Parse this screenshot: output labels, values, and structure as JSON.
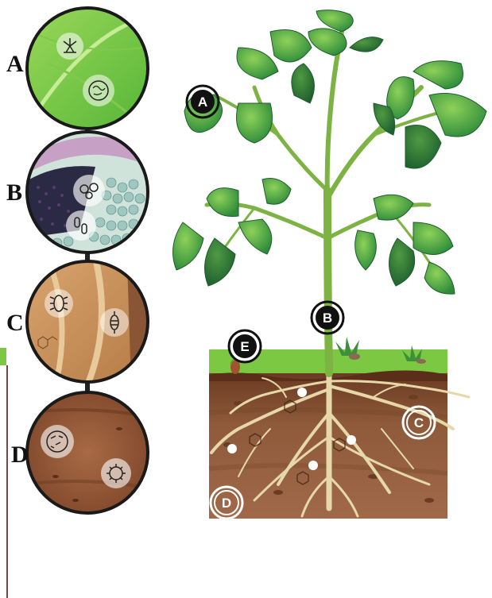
{
  "panels": [
    {
      "letter": "A",
      "content": "leaf surface with microbes"
    },
    {
      "letter": "B",
      "content": "stem cross-section with microbes"
    },
    {
      "letter": "C",
      "content": "root surface with microbes"
    },
    {
      "letter": "D",
      "content": "soil with microbes"
    }
  ],
  "plant_markers": [
    {
      "letter": "A",
      "style": "dark"
    },
    {
      "letter": "B",
      "style": "dark"
    },
    {
      "letter": "E",
      "style": "dark"
    },
    {
      "letter": "C",
      "style": "light"
    },
    {
      "letter": "D",
      "style": "light"
    }
  ],
  "colors": {
    "leaf": "#4caf3c",
    "leaf_dark": "#2e7d32",
    "stem": "#7cb342",
    "soil": "#8d5a3b",
    "grass": "#7cc843",
    "root": "#e8dcb0",
    "ink": "#111111"
  }
}
